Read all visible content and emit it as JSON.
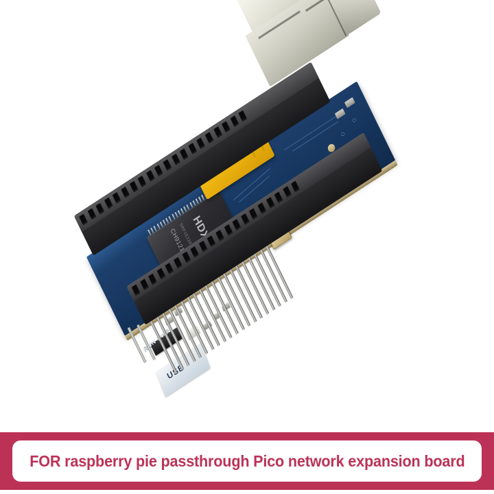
{
  "image": {
    "background_color": "#ffffff",
    "subject": "raspberry-pi-pico-ethernet-expansion-board-photo"
  },
  "product": {
    "pcb_color": "#17375f",
    "board_label": "pico-ethernet-expansion-board",
    "silkscreen": {
      "run_pwr": "RUN PWR",
      "usb": "USB"
    },
    "ic": {
      "part_number": "CH9121",
      "brand": "HDX",
      "secondary_line": "SRF1E239"
    },
    "connectors": {
      "rj45": "RJ45 Ethernet jack",
      "yellow_block": "yellow terminal block",
      "header_top": "20-pin female header",
      "header_bottom": "20-pin female header with male pins"
    },
    "colors": {
      "pcb_blue": "#17375f",
      "header_black": "#222225",
      "connector_yellow": "#f2bc13",
      "metal_silver": "#dcdcd4",
      "pin_gold": "#c9b06a"
    }
  },
  "banner": {
    "caption": "FOR raspberry pie passthrough Pico network expansion board",
    "background_color": "#bc3257",
    "inner_color": "#ffffff",
    "text_color": "#bc3257"
  }
}
